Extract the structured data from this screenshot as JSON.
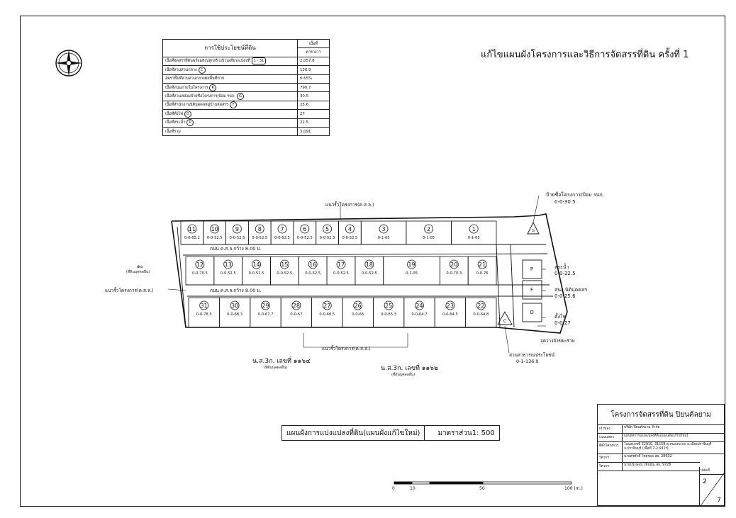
{
  "title": "แก้ไขแผนผังโครงการและวิธีการจัดสรรที่ดิน ครั้งที่ 1",
  "caption": "แผนผังการแบ่งแปลงที่ดิน(แผนผังแก้ไขใหม่)",
  "scale": "มาตราส่วน1: 500",
  "land_use": {
    "col_header": "การใช้ประโยชน์ที่ดิน",
    "area_header": "เนื้อที่",
    "area_unit": "ตารางวา",
    "rows": [
      {
        "label": "เนื้อที่จัดสรรที่ดินพร้อมสิ่งปลูกสร้างบ้านเดี่ยว/แปลงที่",
        "tag": "1 - 31",
        "value": "2,057.8"
      },
      {
        "label": "เนื้อที่สวนส่วนกลาง",
        "tag": "C",
        "value": "136.9"
      },
      {
        "label": "อัตราพื้นที่สวนส่วนกลางต่อพื้นที่ขาย",
        "tag": "",
        "value": "6.65%"
      },
      {
        "label": "เนื้อที่ถนนภายในโครงการ",
        "tag": "R",
        "value": "790.7"
      },
      {
        "label": "เนื้อที่สวนหย่อมป้ายชื่อโครงการ/ป้อม รปภ.",
        "tag": "G",
        "value": "30.5"
      },
      {
        "label": "เนื้อที่สำนักงานนิติบุคคลหมู่บ้านจัดสรร",
        "tag": "F",
        "value": "25.6"
      },
      {
        "label": "เนื้อที่ตั้งไฟ",
        "tag": "O",
        "value": "27"
      },
      {
        "label": "เนื้อที่สระน้ำ",
        "tag": "P",
        "value": "22.5"
      },
      {
        "label": "เนื้อที่รวม",
        "tag": "",
        "value": "3,091"
      }
    ]
  },
  "labels": {
    "road_upper": "ถนน ค.ส.ล.กว้าง 8.00 ม.",
    "road_lower": "ถนน ค.ส.ล.กว้าง 8.00 ม.",
    "fence_top": "แนวรั้วโครงการ(ค.ส.ล.)",
    "fence_left": "แนวรั้วโครงการ(ค.ส.ล.)",
    "fence_bottom": "แนวรั้วโครงการ(ค.ส.ล.)",
    "sign": "ป้ายชื่อโครงการ/ป้อม รปภ.",
    "sign_area": "0-0-30.5",
    "pond": "สระน้ำ",
    "pond_area": "0-0-22.5",
    "office": "สนง.นิติบุคคลฯ",
    "office_area": "0-0-25.6",
    "power": "ตั้งไฟ",
    "power_area": "0-0-27",
    "garbage": "จุดวางถังขยะรวม",
    "park": "สวนสาธารณประโยชน์",
    "park_area": "0-1-136.9",
    "deed_left": "น.ส.3ก. เลขที่ ๑๑๖๔",
    "deed_right": "น.ส.3ก. เลขที่ ๑๑๖๒",
    "owner": "(ที่ดินบุคคลอื่น)",
    "left_plot": "๑๐"
  },
  "plots_top": [
    {
      "n": "11",
      "a": "0-0-65.2"
    },
    {
      "n": "10",
      "a": "0-0-52.5"
    },
    {
      "n": "9",
      "a": "0-0-52.5"
    },
    {
      "n": "8",
      "a": "0-0-52.5"
    },
    {
      "n": "7",
      "a": "0-0-52.5"
    },
    {
      "n": "6",
      "a": "0-0-52.5"
    },
    {
      "n": "5",
      "a": "0-0-52.5"
    },
    {
      "n": "4",
      "a": "0-0-52.5"
    },
    {
      "n": "3",
      "a": "0-1-05"
    },
    {
      "n": "2",
      "a": "0-1-05"
    },
    {
      "n": "1",
      "a": "0-1-05"
    }
  ],
  "plots_mid": [
    {
      "n": "12",
      "a": "0-0-70.5"
    },
    {
      "n": "13",
      "a": "0-0-52.5"
    },
    {
      "n": "14",
      "a": "0-0-52.5"
    },
    {
      "n": "15",
      "a": "0-0-52.5"
    },
    {
      "n": "16",
      "a": "0-0-52.5"
    },
    {
      "n": "17",
      "a": "0-0-52.5"
    },
    {
      "n": "18",
      "a": "0-0-52.5"
    },
    {
      "n": "19",
      "a": "0-1-05"
    },
    {
      "n": "20",
      "a": "0-0-70.3"
    },
    {
      "n": "21",
      "a": "0-0-76"
    }
  ],
  "plots_bot": [
    {
      "n": "31",
      "a": "0-0-78.5"
    },
    {
      "n": "30",
      "a": "0-0-68.3"
    },
    {
      "n": "29",
      "a": "0-0-67.7"
    },
    {
      "n": "28",
      "a": "0-0-67"
    },
    {
      "n": "27",
      "a": "0-0-66.5"
    },
    {
      "n": "26",
      "a": "0-0-66"
    },
    {
      "n": "25",
      "a": "0-0-65.3"
    },
    {
      "n": "24",
      "a": "0-0-64.7"
    },
    {
      "n": "23",
      "a": "0-0-64.5"
    },
    {
      "n": "22",
      "a": "0-0-64.8"
    }
  ],
  "scale_bar": {
    "ticks": [
      "0",
      "10",
      "50",
      "100 (m.)"
    ]
  },
  "title_block": {
    "project": "โครงการจัดสรรที่ดิน ปิยนคัลยาม",
    "rows": [
      {
        "k": "เจ้าของ",
        "v": "บริษัท ปิยนคัลยาม จำกัด"
      },
      {
        "k": "แบบแสดง",
        "v": "แผนผังการแบ่งแปลงที่ดิน(แผนผังแก้ไขใหม่)"
      },
      {
        "k": "ที่ตั้งโครงการ",
        "v": "โฉนดเลขที่ 32910, 31158 ต.หนองจะบก อ.เมืองปราจีนบุรี จ.ปราจีนบุรี (เนื้อที่ 7-2-91ไร่)"
      },
      {
        "k": "วิศวกร",
        "v": "นายสุรศักดิ์ ไชยรอด สย. 28632"
      },
      {
        "k": "วิศวกร",
        "v": "นายประพจน์ ไชยบัณ สย. 9726"
      }
    ],
    "sheet_label": "แผ่นที่",
    "sheet_no": "2",
    "sheet_total": "7"
  }
}
